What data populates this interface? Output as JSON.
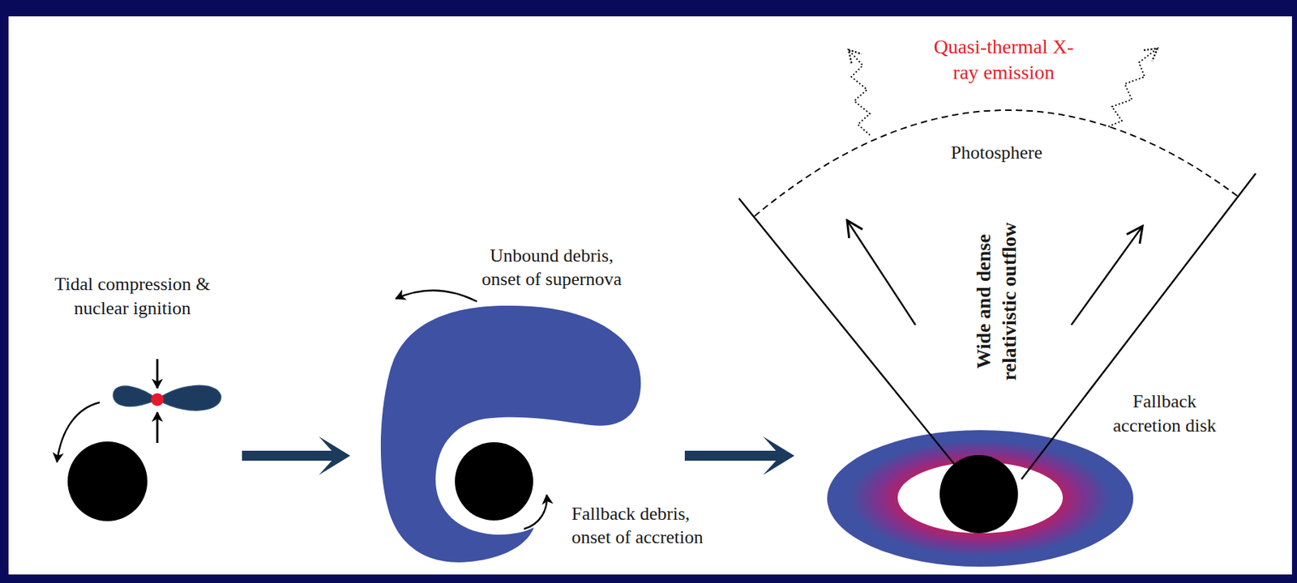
{
  "diagram": {
    "labels": [
      "Tidal compression & nuclear ignition",
      "Unbound debris, onset of supernova",
      "Fallback debris, onset of accretion",
      "Quasi-thermal X-ray emission",
      "Photosphere",
      "Wide and dense relativistic outflow",
      "Fallback accretion disk"
    ]
  }
}
